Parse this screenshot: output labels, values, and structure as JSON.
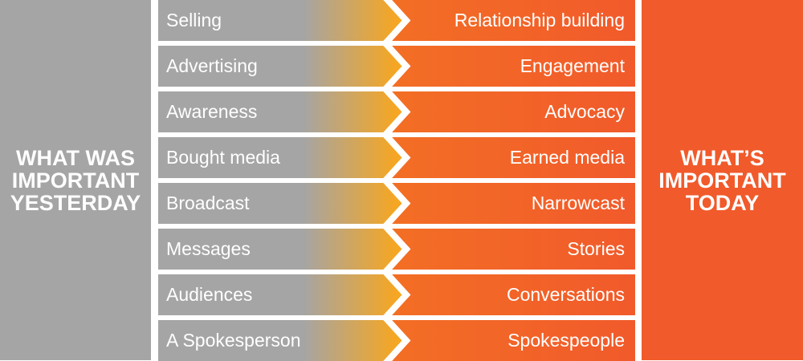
{
  "left_panel": {
    "title": "WHAT WAS\nIMPORTANT\nYESTERDAY"
  },
  "right_panel": {
    "title": "WHAT’S\nIMPORTANT\nTODAY"
  },
  "rows": [
    {
      "yesterday": "Selling",
      "today": "Relationship building"
    },
    {
      "yesterday": "Advertising",
      "today": "Engagement"
    },
    {
      "yesterday": "Awareness",
      "today": "Advocacy"
    },
    {
      "yesterday": "Bought media",
      "today": "Earned media"
    },
    {
      "yesterday": "Broadcast",
      "today": "Narrowcast"
    },
    {
      "yesterday": "Messages",
      "today": "Stories"
    },
    {
      "yesterday": "Audiences",
      "today": "Conversations"
    },
    {
      "yesterday": "A Spokesperson",
      "today": "Spokespeople"
    }
  ],
  "colors": {
    "gray": "#a5a5a5",
    "yellow": "#f5a623",
    "orange": "#f5821f",
    "red_orange": "#f15a2b"
  }
}
